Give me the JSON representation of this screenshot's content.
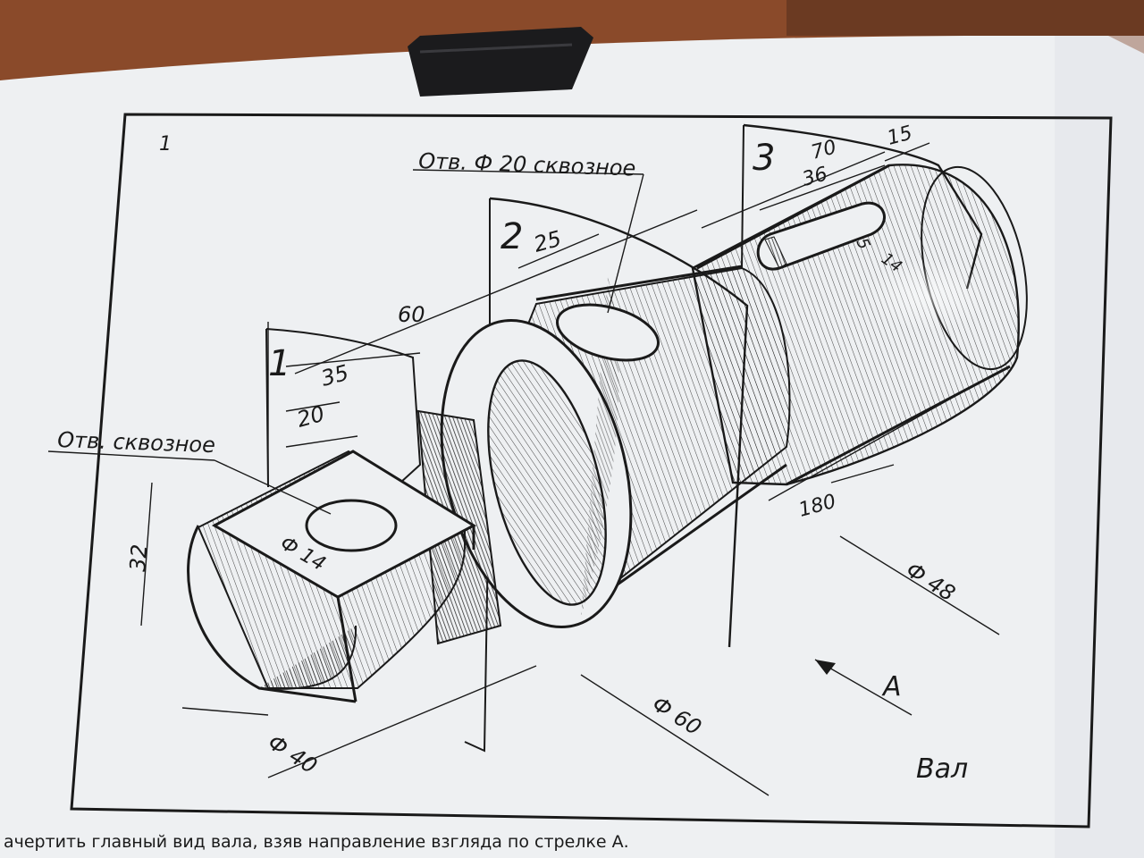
{
  "figure_number": "1",
  "part_name": "Вал",
  "instruction": "ачертить главный вид вала, взяв направление взгляда по стрелке А.",
  "view_arrow_label": "A",
  "section_labels": [
    "1",
    "2",
    "3"
  ],
  "notes": {
    "hole_through": "Отв. сквозное",
    "hole_d20_through": "Отв. Ф 20 сквозное"
  },
  "dimensions": {
    "d14": "Ф 14",
    "d40": "Ф 40",
    "d60": "Ф 60",
    "d48": "Ф 48",
    "h32": "32",
    "l20": "20",
    "l35": "35",
    "l60": "60",
    "l25": "25",
    "l70": "70",
    "l36": "36",
    "l15": "15",
    "l5": "5",
    "l14": "14",
    "l180": "180"
  },
  "colors": {
    "paper": "#eef0f2",
    "ink": "#1a1a1a",
    "background": "#8a4a2a",
    "clip": "#1b1b1d"
  }
}
